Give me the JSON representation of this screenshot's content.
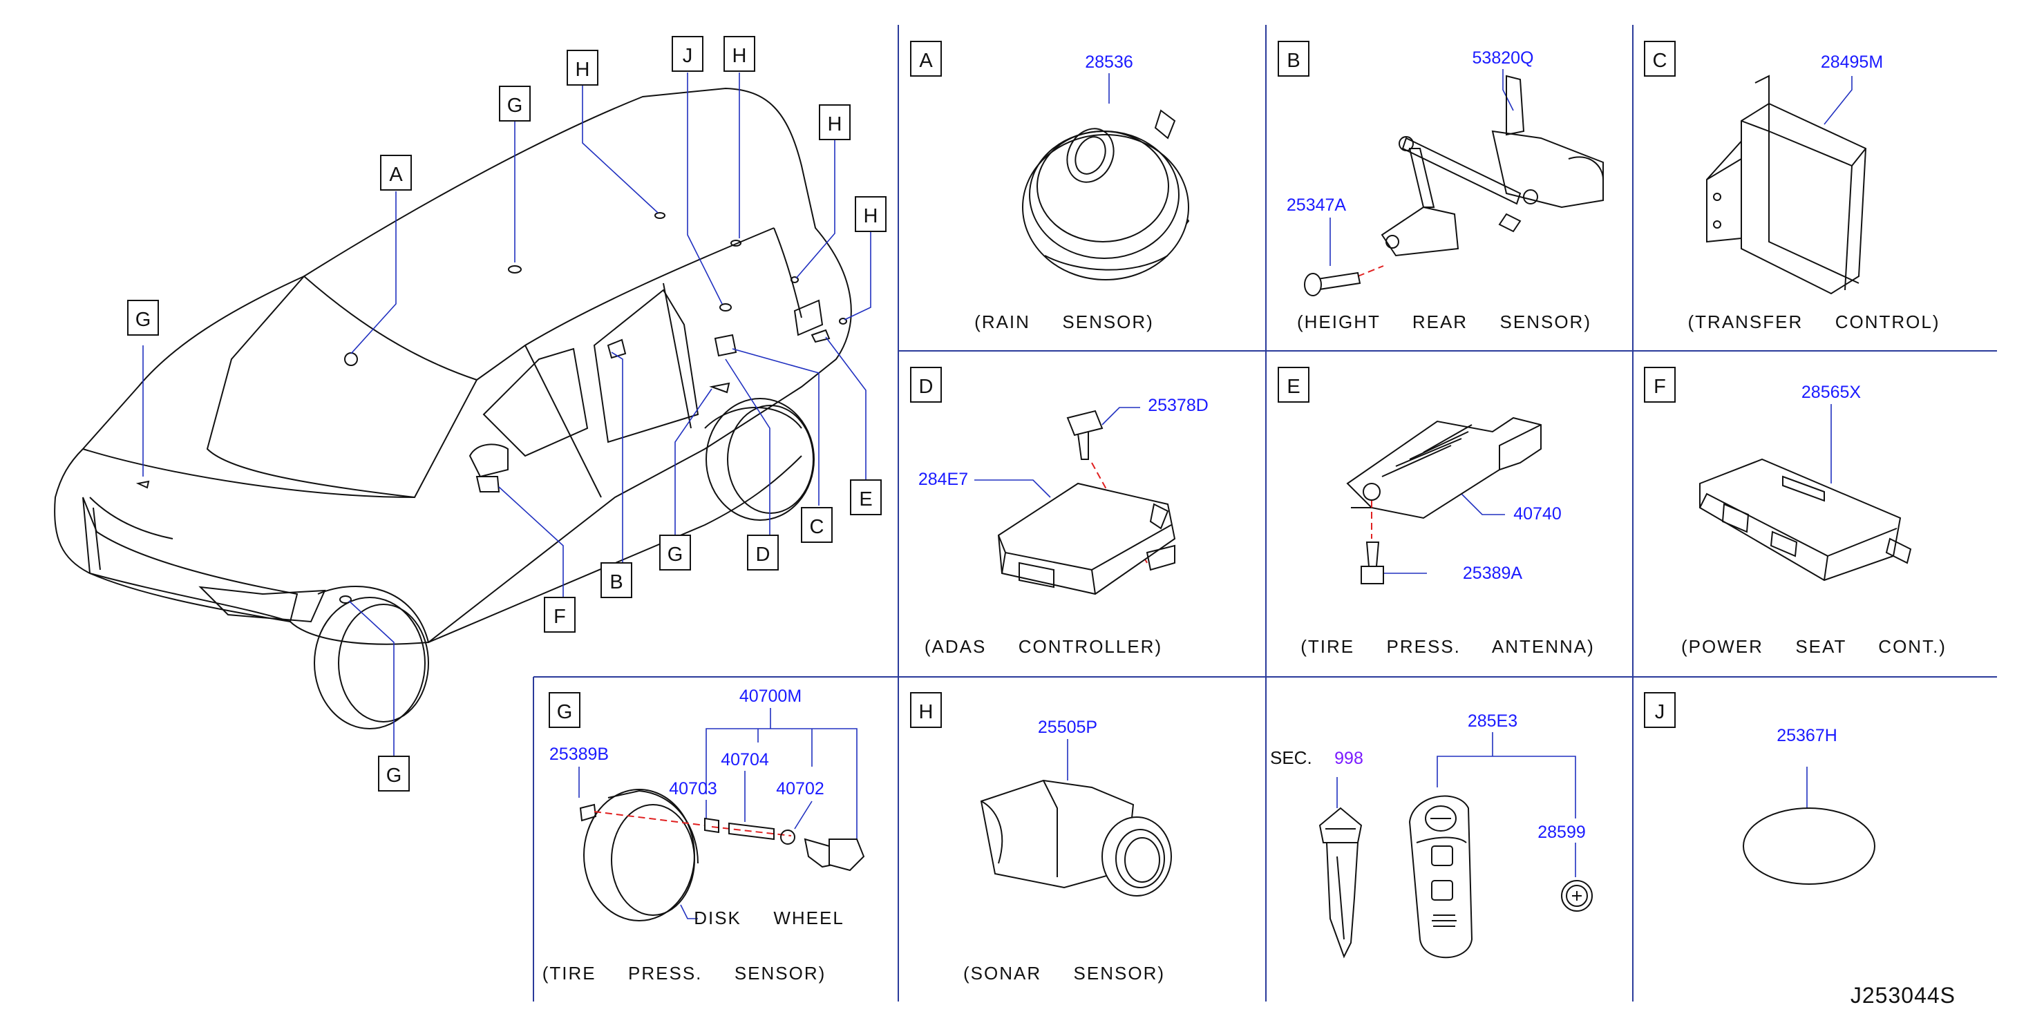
{
  "drawing_id": "J253044S",
  "overview": {
    "callouts": [
      "A",
      "G",
      "G",
      "H",
      "J",
      "H",
      "H",
      "H",
      "G",
      "B",
      "F",
      "D",
      "C",
      "E",
      "G"
    ]
  },
  "panels": {
    "A": {
      "letter": "A",
      "caption": "(RAIN  SENSOR)",
      "parts": [
        "28536"
      ]
    },
    "B": {
      "letter": "B",
      "caption": "(HEIGHT  REAR  SENSOR)",
      "parts": [
        "53820Q",
        "25347A"
      ]
    },
    "C": {
      "letter": "C",
      "caption": "(TRANSFER  CONTROL)",
      "parts": [
        "28495M"
      ]
    },
    "D": {
      "letter": "D",
      "caption": "(ADAS  CONTROLLER)",
      "parts": [
        "25378D",
        "284E7"
      ]
    },
    "E": {
      "letter": "E",
      "caption": "(TIRE  PRESS.  ANTENNA)",
      "parts": [
        "40740",
        "25389A"
      ]
    },
    "F": {
      "letter": "F",
      "caption": "(POWER  SEAT  CONT.)",
      "parts": [
        "28565X"
      ]
    },
    "G": {
      "letter": "G",
      "caption": "(TIRE  PRESS.  SENSOR)",
      "parts": [
        "40700M",
        "25389B",
        "40704",
        "40703",
        "40702"
      ],
      "note": "DISK  WHEEL"
    },
    "H": {
      "letter": "H",
      "caption": "(SONAR  SENSOR)",
      "parts": [
        "25505P"
      ]
    },
    "K": {
      "sec_label": "SEC.",
      "sec_number": "998",
      "parts": [
        "285E3",
        "28599"
      ]
    },
    "J": {
      "letter": "J",
      "parts": [
        "25367H"
      ]
    }
  }
}
